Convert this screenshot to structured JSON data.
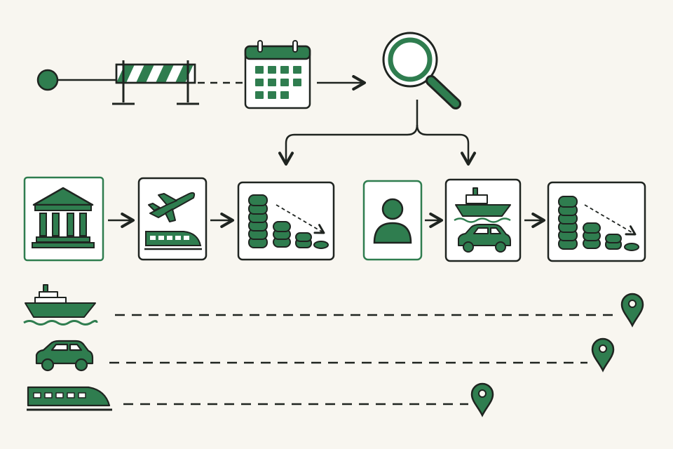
{
  "colors": {
    "background": "#f8f6f0",
    "ink": "#1f2420",
    "green": "#2f7d4f",
    "green_light": "#e8f1ea"
  },
  "top_flow": {
    "nodes": [
      "start-dot-icon",
      "road-barrier-icon",
      "calendar-icon",
      "magnifier-icon"
    ],
    "connectors": [
      "solid-line",
      "dashed-line",
      "solid-arrow"
    ]
  },
  "branches": {
    "from": "magnifier-icon",
    "to": [
      "left-chain",
      "right-chain"
    ]
  },
  "left_chain": {
    "highlighted_box": "bank-icon",
    "steps": [
      "bank-icon",
      "plane-and-train-icon",
      "coins-decreasing-icon"
    ]
  },
  "right_chain": {
    "highlighted_box": "person-icon",
    "steps": [
      "person-icon",
      "ship-and-car-icon",
      "coins-decreasing-icon"
    ]
  },
  "journeys": [
    {
      "mode": "ship-icon",
      "destination": "map-pin-icon",
      "distance": 1.0
    },
    {
      "mode": "car-icon",
      "destination": "map-pin-icon",
      "distance": 0.95
    },
    {
      "mode": "train-icon",
      "destination": "map-pin-icon",
      "distance": 0.73
    }
  ]
}
